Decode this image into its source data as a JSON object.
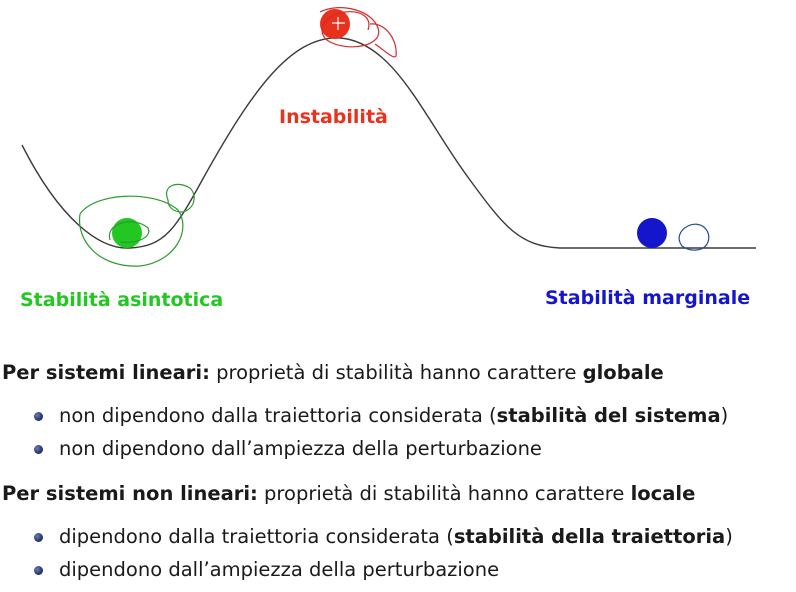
{
  "diagram": {
    "labels": {
      "unstable": "Instabilità",
      "asymptotic": "Stabilità asintotica",
      "marginal": "Stabilità marginale"
    },
    "colors": {
      "unstable": "#e8321e",
      "asymptotic": "#22c722",
      "marginal": "#1515cc",
      "curve": "#3a3a3a",
      "annotation_green": "#2e9a2e",
      "annotation_red": "#d42a2a",
      "annotation_blue": "#2a4a9a"
    }
  },
  "linear": {
    "heading_bold": "Per sistemi lineari:",
    "heading_text": " proprietà di stabilità hanno carattere ",
    "heading_emph": "globale",
    "bullets": [
      {
        "pre": "non dipendono dalla traiettoria considerata (",
        "bold": "stabilità del sistema",
        "post": ")"
      },
      {
        "pre": "non dipendono dall’ampiezza della perturbazione",
        "bold": "",
        "post": ""
      }
    ]
  },
  "nonlinear": {
    "heading_bold": "Per sistemi non lineari:",
    "heading_text": " proprietà di stabilità hanno carattere ",
    "heading_emph": "locale",
    "bullets": [
      {
        "pre": "dipendono dalla traiettoria considerata (",
        "bold": "stabilità della traiettoria",
        "post": ")"
      },
      {
        "pre": "dipendono dall’ampiezza della perturbazione",
        "bold": "",
        "post": ""
      }
    ]
  }
}
